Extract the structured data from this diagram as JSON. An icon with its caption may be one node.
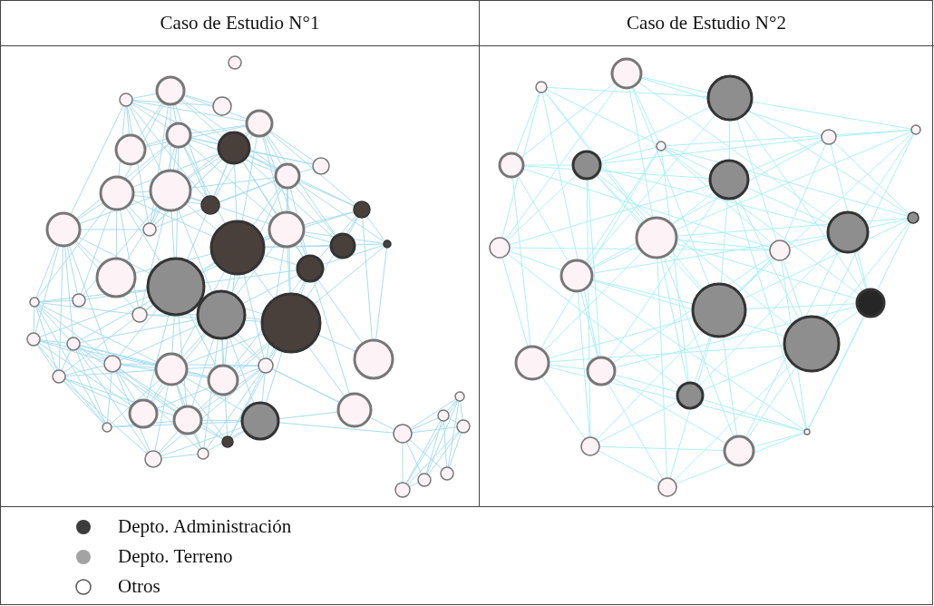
{
  "diagram": {
    "labels": [
      "Caso de Estudio N°1",
      "Caso de Estudio N°2"
    ],
    "legend": [
      {
        "text": "Depto. Administración",
        "color": "#3c3c3c"
      },
      {
        "text": "Depto. Terreno",
        "color": "#a3a3a3"
      },
      {
        "text": "Otros"
      }
    ]
  }
}
